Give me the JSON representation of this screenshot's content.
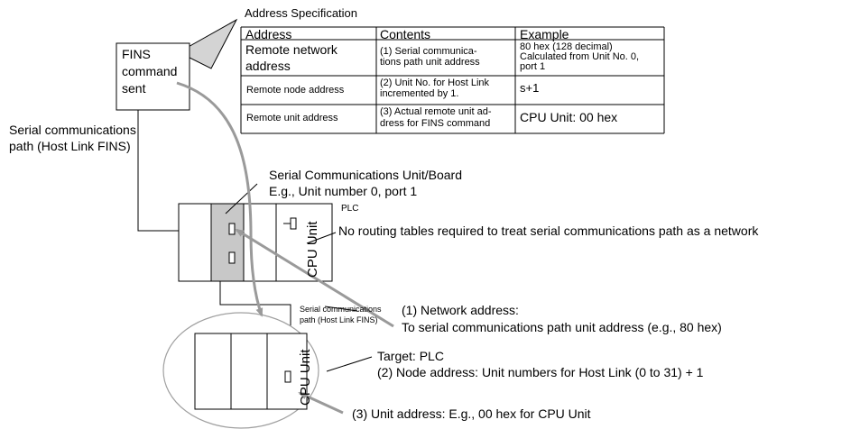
{
  "address_spec": {
    "title": "Address Specification",
    "headers": [
      "Address",
      "Contents",
      "Example"
    ],
    "rows": [
      {
        "address": "Remote network address",
        "contents": [
          "(1) Serial communica-",
          "tions path unit address"
        ],
        "example": [
          "80 hex (128 decimal)",
          "Calculated from Unit No. 0,",
          "port 1"
        ]
      },
      {
        "address": "Remote node address",
        "contents": [
          "(2) Unit No. for Host Link",
          "incremented by 1."
        ],
        "example": [
          "s+1"
        ]
      },
      {
        "address": "Remote unit address",
        "contents": [
          "(3) Actual remote unit ad-",
          "dress for FINS command"
        ],
        "example": [
          "CPU Unit: 00 hex"
        ]
      }
    ]
  },
  "fins_box": {
    "lines": [
      "FINS",
      "command",
      "sent"
    ]
  },
  "serial_path_label": [
    "Serial communications",
    "path (Host Link FINS)"
  ],
  "scu_label": [
    "Serial Communications Unit/Board",
    "E.g., Unit number 0, port 1"
  ],
  "plc_label": "PLC",
  "cpu_unit_label": "CPU Unit",
  "routing_note": "No routing tables required to treat serial communications path as a network",
  "small_path_label": [
    "Serial communications",
    "path (Host Link FINS)"
  ],
  "network_address_note": [
    "(1) Network address:",
    "To serial communications path unit address (e.g., 80 hex)"
  ],
  "target_note": [
    "Target: PLC",
    "(2) Node address: Unit numbers for Host Link (0 to 31) + 1"
  ],
  "unit_address_note": "(3) Unit address: E.g., 00 hex for CPU Unit",
  "colors": {
    "highlight_unit": "#c8c8c8",
    "arrow": "#9a9a9a",
    "lines": "#000000"
  }
}
